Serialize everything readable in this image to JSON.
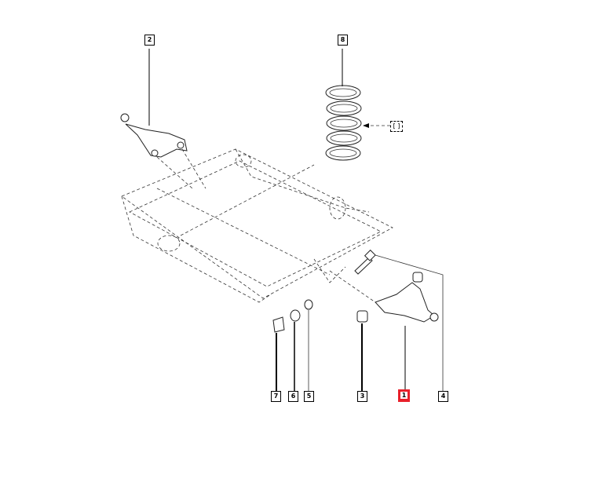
{
  "diagram": {
    "callouts": [
      {
        "id": "2",
        "part": "upper-left-arm"
      },
      {
        "id": "8",
        "part": "coil-spring"
      },
      {
        "id": "7",
        "part": "bushing"
      },
      {
        "id": "6",
        "part": "nut"
      },
      {
        "id": "5",
        "part": "washer"
      },
      {
        "id": "3",
        "part": "bushing"
      },
      {
        "id": "1",
        "part": "lower-control-arm",
        "highlighted": true
      },
      {
        "id": "4",
        "part": "bolt"
      }
    ],
    "spring_reference_box": "[  ]",
    "highlight_color": "#e8202a"
  }
}
